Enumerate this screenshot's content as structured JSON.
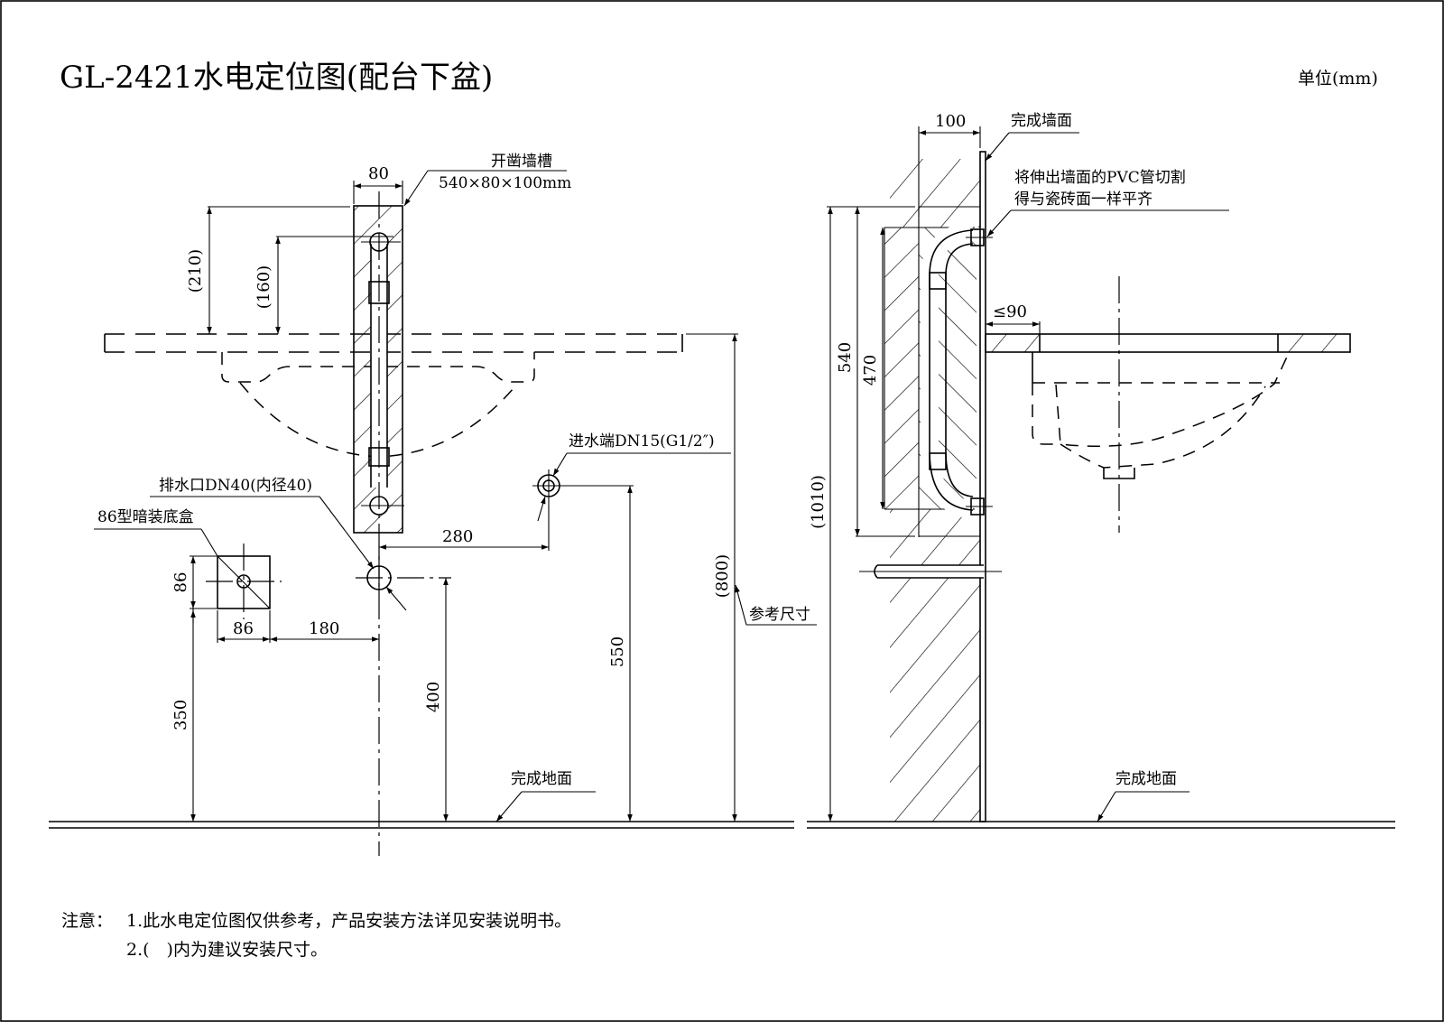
{
  "title": "GL-2421水电定位图(配台下盆)",
  "unit_label": "单位(mm)",
  "front_view": {
    "slot_label_line1": "开凿墙槽",
    "slot_label_line2": "540×80×100mm",
    "slot_width_dim": "80",
    "dim_210": "(210)",
    "dim_160": "(160)",
    "inlet_label": "进水端DN15(G1/2″)",
    "drain_label": "排水口DN40(内径40)",
    "box_label": "86型暗装底盒",
    "dim_280": "280",
    "dim_86_h": "86",
    "dim_86_w": "86",
    "dim_180": "180",
    "dim_350": "350",
    "dim_400": "400",
    "dim_550": "550",
    "dim_800": "(800)",
    "ref_label": "参考尺寸",
    "floor_label": "完成地面"
  },
  "side_view": {
    "dim_100": "100",
    "wall_label": "完成墙面",
    "pvc_note_line1": "将伸出墙面的PVC管切割",
    "pvc_note_line2": "得与瓷砖面一样平齐",
    "dim_90": "≤90",
    "dim_540": "540",
    "dim_470": "470",
    "dim_1010": "(1010)",
    "floor_label": "完成地面"
  },
  "notes": {
    "prefix": "注意：",
    "line1": "1.此水电定位图仅供参考，产品安装方法详见安装说明书。",
    "line2": "2.(　)内为建议安装尺寸。"
  }
}
